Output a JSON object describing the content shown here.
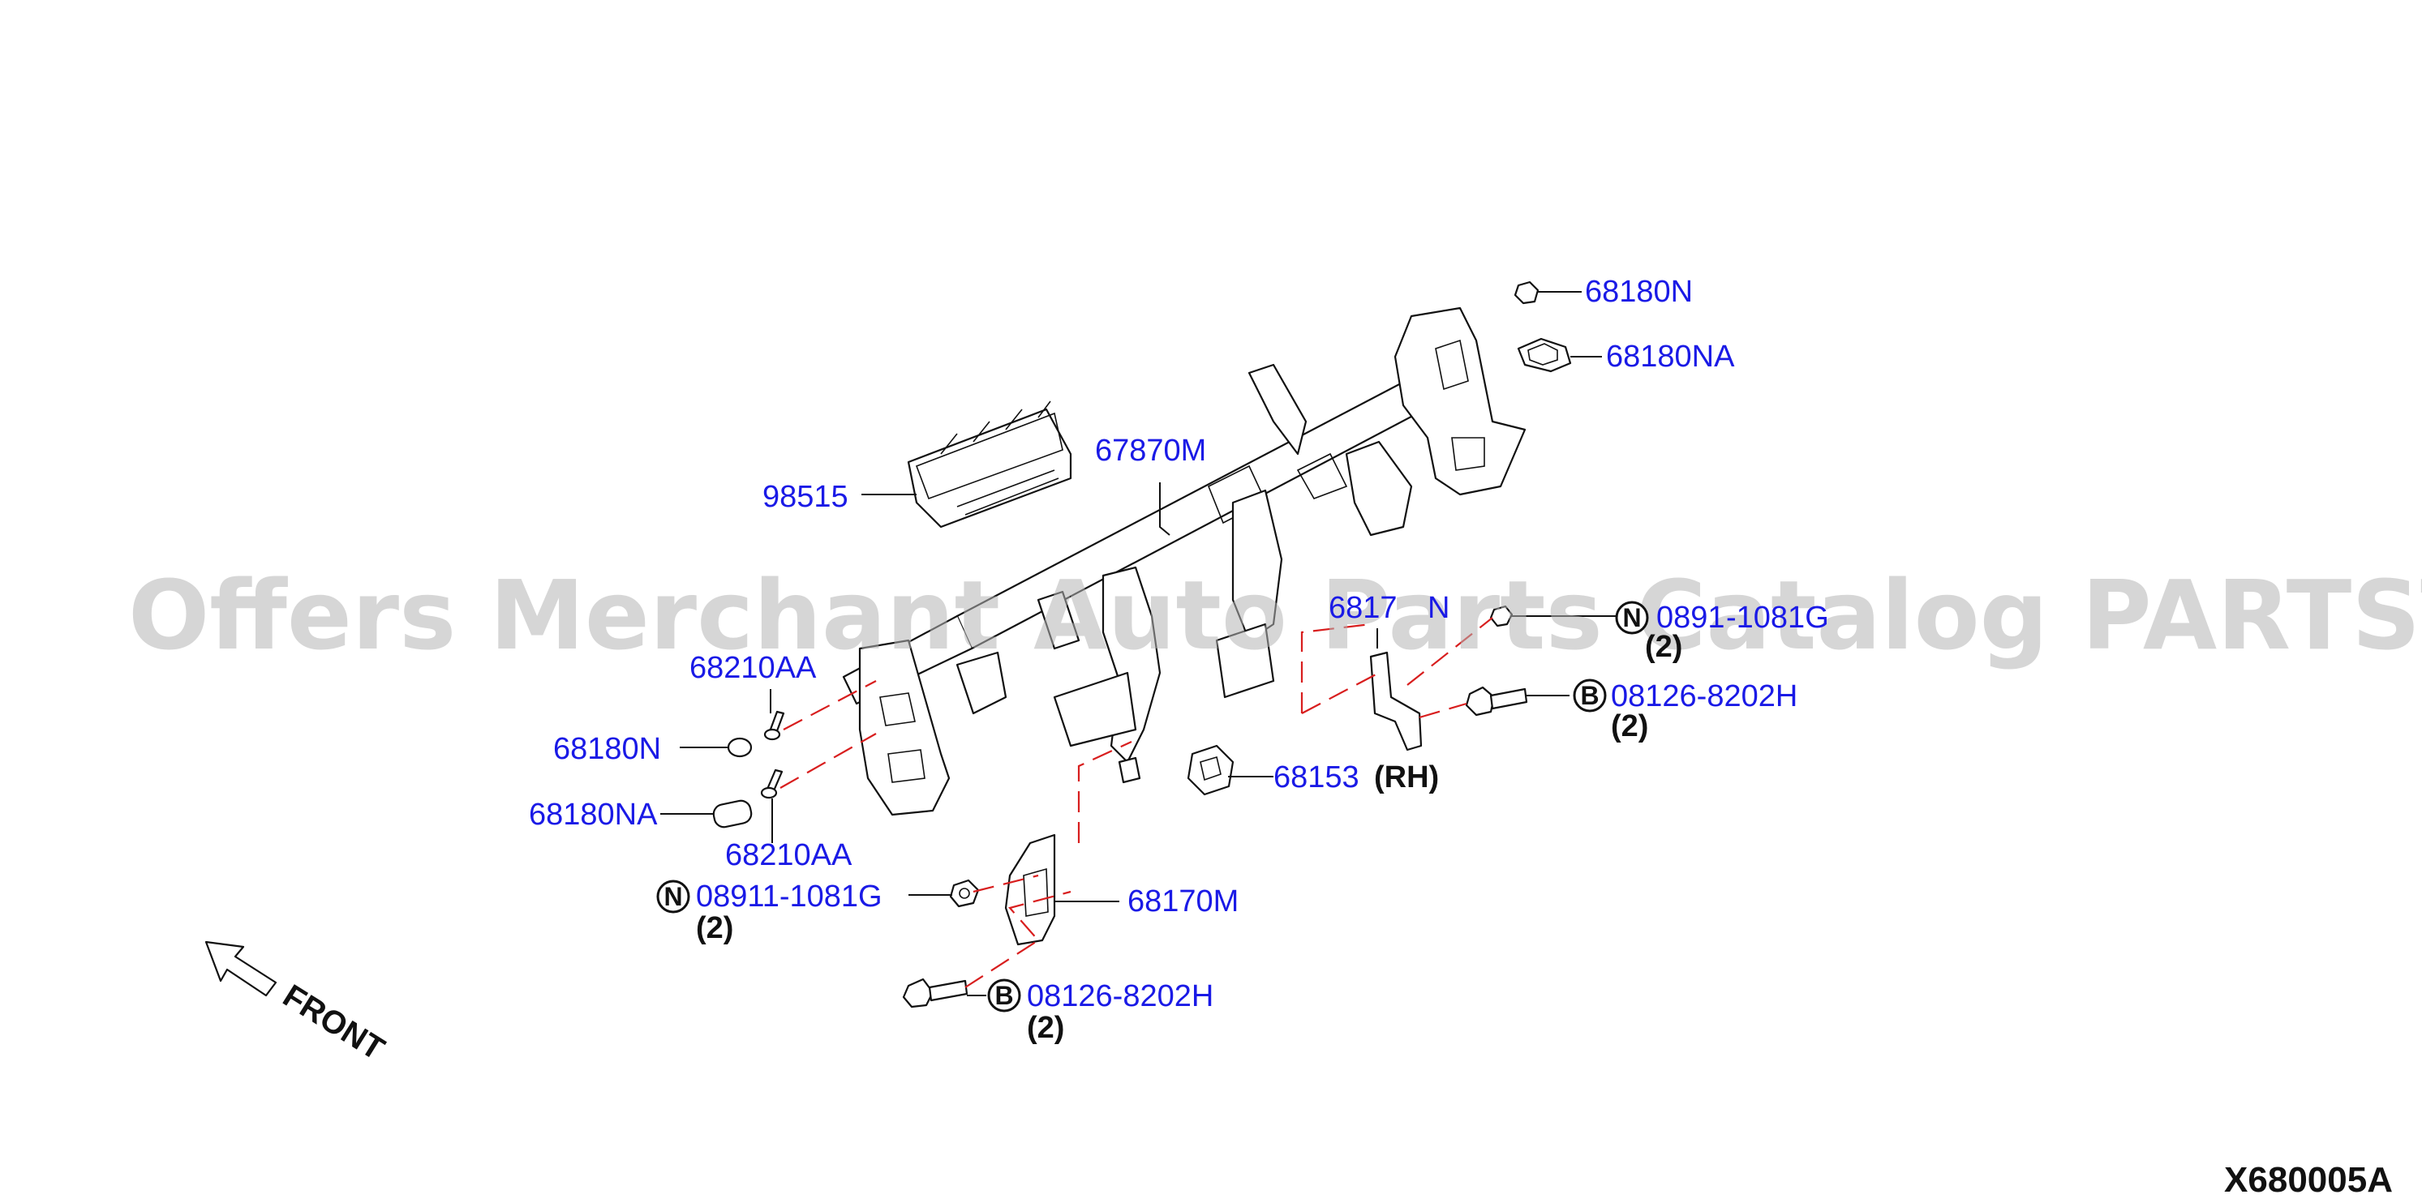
{
  "labels": {
    "p98515": "98515",
    "p67870M": "67870M",
    "p68180N_top": "68180N",
    "p68180NA_top": "68180NA",
    "p68210AA_a": "68210AA",
    "p68180N_left": "68180N",
    "p68180NA_left": "68180NA",
    "p68210AA_b": "68210AA",
    "p08911_left": "08911-1081G",
    "p68170M": "68170M",
    "p08126_bottom": "08126-8202H",
    "p68153": "68153",
    "p68153_side": "(RH)",
    "p08126_right": "08126-8202H",
    "p68171N_partial": "6817",
    "p68171N_partial_b": "N",
    "p08911_right_partial": "0891",
    "p08911_right_partial_b": "-1081G"
  },
  "quantities": {
    "q_n_right": "(2)",
    "q_b_right": "(2)",
    "q_n_left": "(2)",
    "q_b_bottom": "(2)"
  },
  "badges": {
    "n_right": "N",
    "b_right": "B",
    "n_left": "N",
    "b_bottom": "B"
  },
  "front_label": "FRONT",
  "diagram_code": "X680005A",
  "watermark": "Offers Merchant Auto Parts Catalog PARTSTORE.SA",
  "colors": {
    "part_label": "#1a1ae6",
    "dashed_line": "#d81e1e",
    "line_art": "#111111",
    "watermark": "#b4b4b4"
  }
}
